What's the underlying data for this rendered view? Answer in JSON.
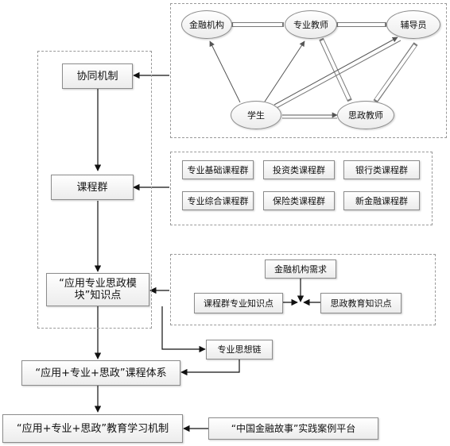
{
  "stakeholders": {
    "finance_inst": "金融机构",
    "prof_teacher": "专业教师",
    "counselor": "辅导员",
    "student": "学生",
    "ideo_teacher": "思政教师"
  },
  "mechanism": "协同机制",
  "course_group": {
    "label": "课程群",
    "items": [
      "专业基础课程群",
      "投资类课程群",
      "银行类课程群",
      "专业综合课程群",
      "保险类课程群",
      "新金融课程群"
    ]
  },
  "module": "“应用专业思政模块”知识点",
  "knowledge": {
    "demand": "金融机构需求",
    "course_points": "课程群专业知识点",
    "ideo_points": "思政教育知识点"
  },
  "chain": "专业思想链",
  "course_system": "“应用+专业+思政”课程体系",
  "learning_mech": "“应用+专业+思政”教育学习机制",
  "platform": "“中国金融故事”实践案例平台"
}
